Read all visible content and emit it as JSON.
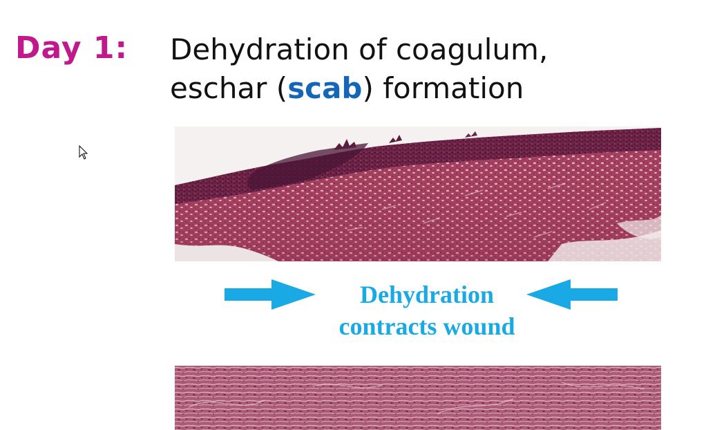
{
  "slide": {
    "day_label": "Day 1:",
    "title_line1": "Dehydration of coagulum,",
    "title_line2_prefix": "eschar (",
    "title_line2_highlight": "scab",
    "title_line2_suffix": ") formation",
    "caption_line1": "Dehydration",
    "caption_line2": "contracts wound"
  },
  "colors": {
    "day_label": "#c0198c",
    "highlight": "#1466b6",
    "caption": "#19a9e4",
    "arrow": "#19a9e4",
    "tissue_dark": "#5a1d3f",
    "tissue_mid": "#9b3b5e",
    "tissue_light": "#c98aa0"
  },
  "icons": {
    "arrow_left": "right-pointing-arrow-icon",
    "arrow_right": "left-pointing-arrow-icon",
    "cursor": "mouse-pointer-icon"
  }
}
